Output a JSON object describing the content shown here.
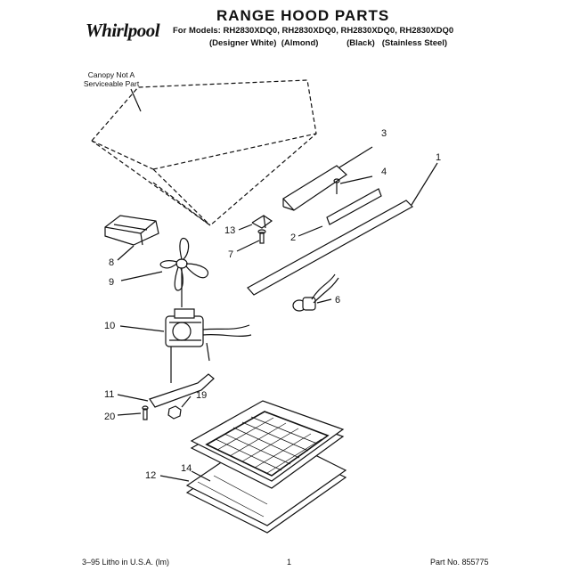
{
  "header": {
    "brand": "Whirlpool",
    "title": "RANGE HOOD PARTS",
    "models_line": "For Models: RH2830XDQ0, RH2830XDQ0, RH2830XDQ0, RH2830XDQ0",
    "colors_line": "(Designer White)  (Almond)            (Black)   (Stainless Steel)"
  },
  "note": {
    "line1": "Canopy Not A",
    "line2": "Serviceable Part"
  },
  "callouts": {
    "c1": "1",
    "c2": "2",
    "c3": "3",
    "c4": "4",
    "c6": "6",
    "c7": "7",
    "c8": "8",
    "c9": "9",
    "c10": "10",
    "c11": "11",
    "c12": "12",
    "c13": "13",
    "c14": "14",
    "c19": "19",
    "c20": "20"
  },
  "footer": {
    "left": "3–95 Litho in U.S.A. (lm)",
    "page": "1",
    "right": "Part No. 855775"
  }
}
